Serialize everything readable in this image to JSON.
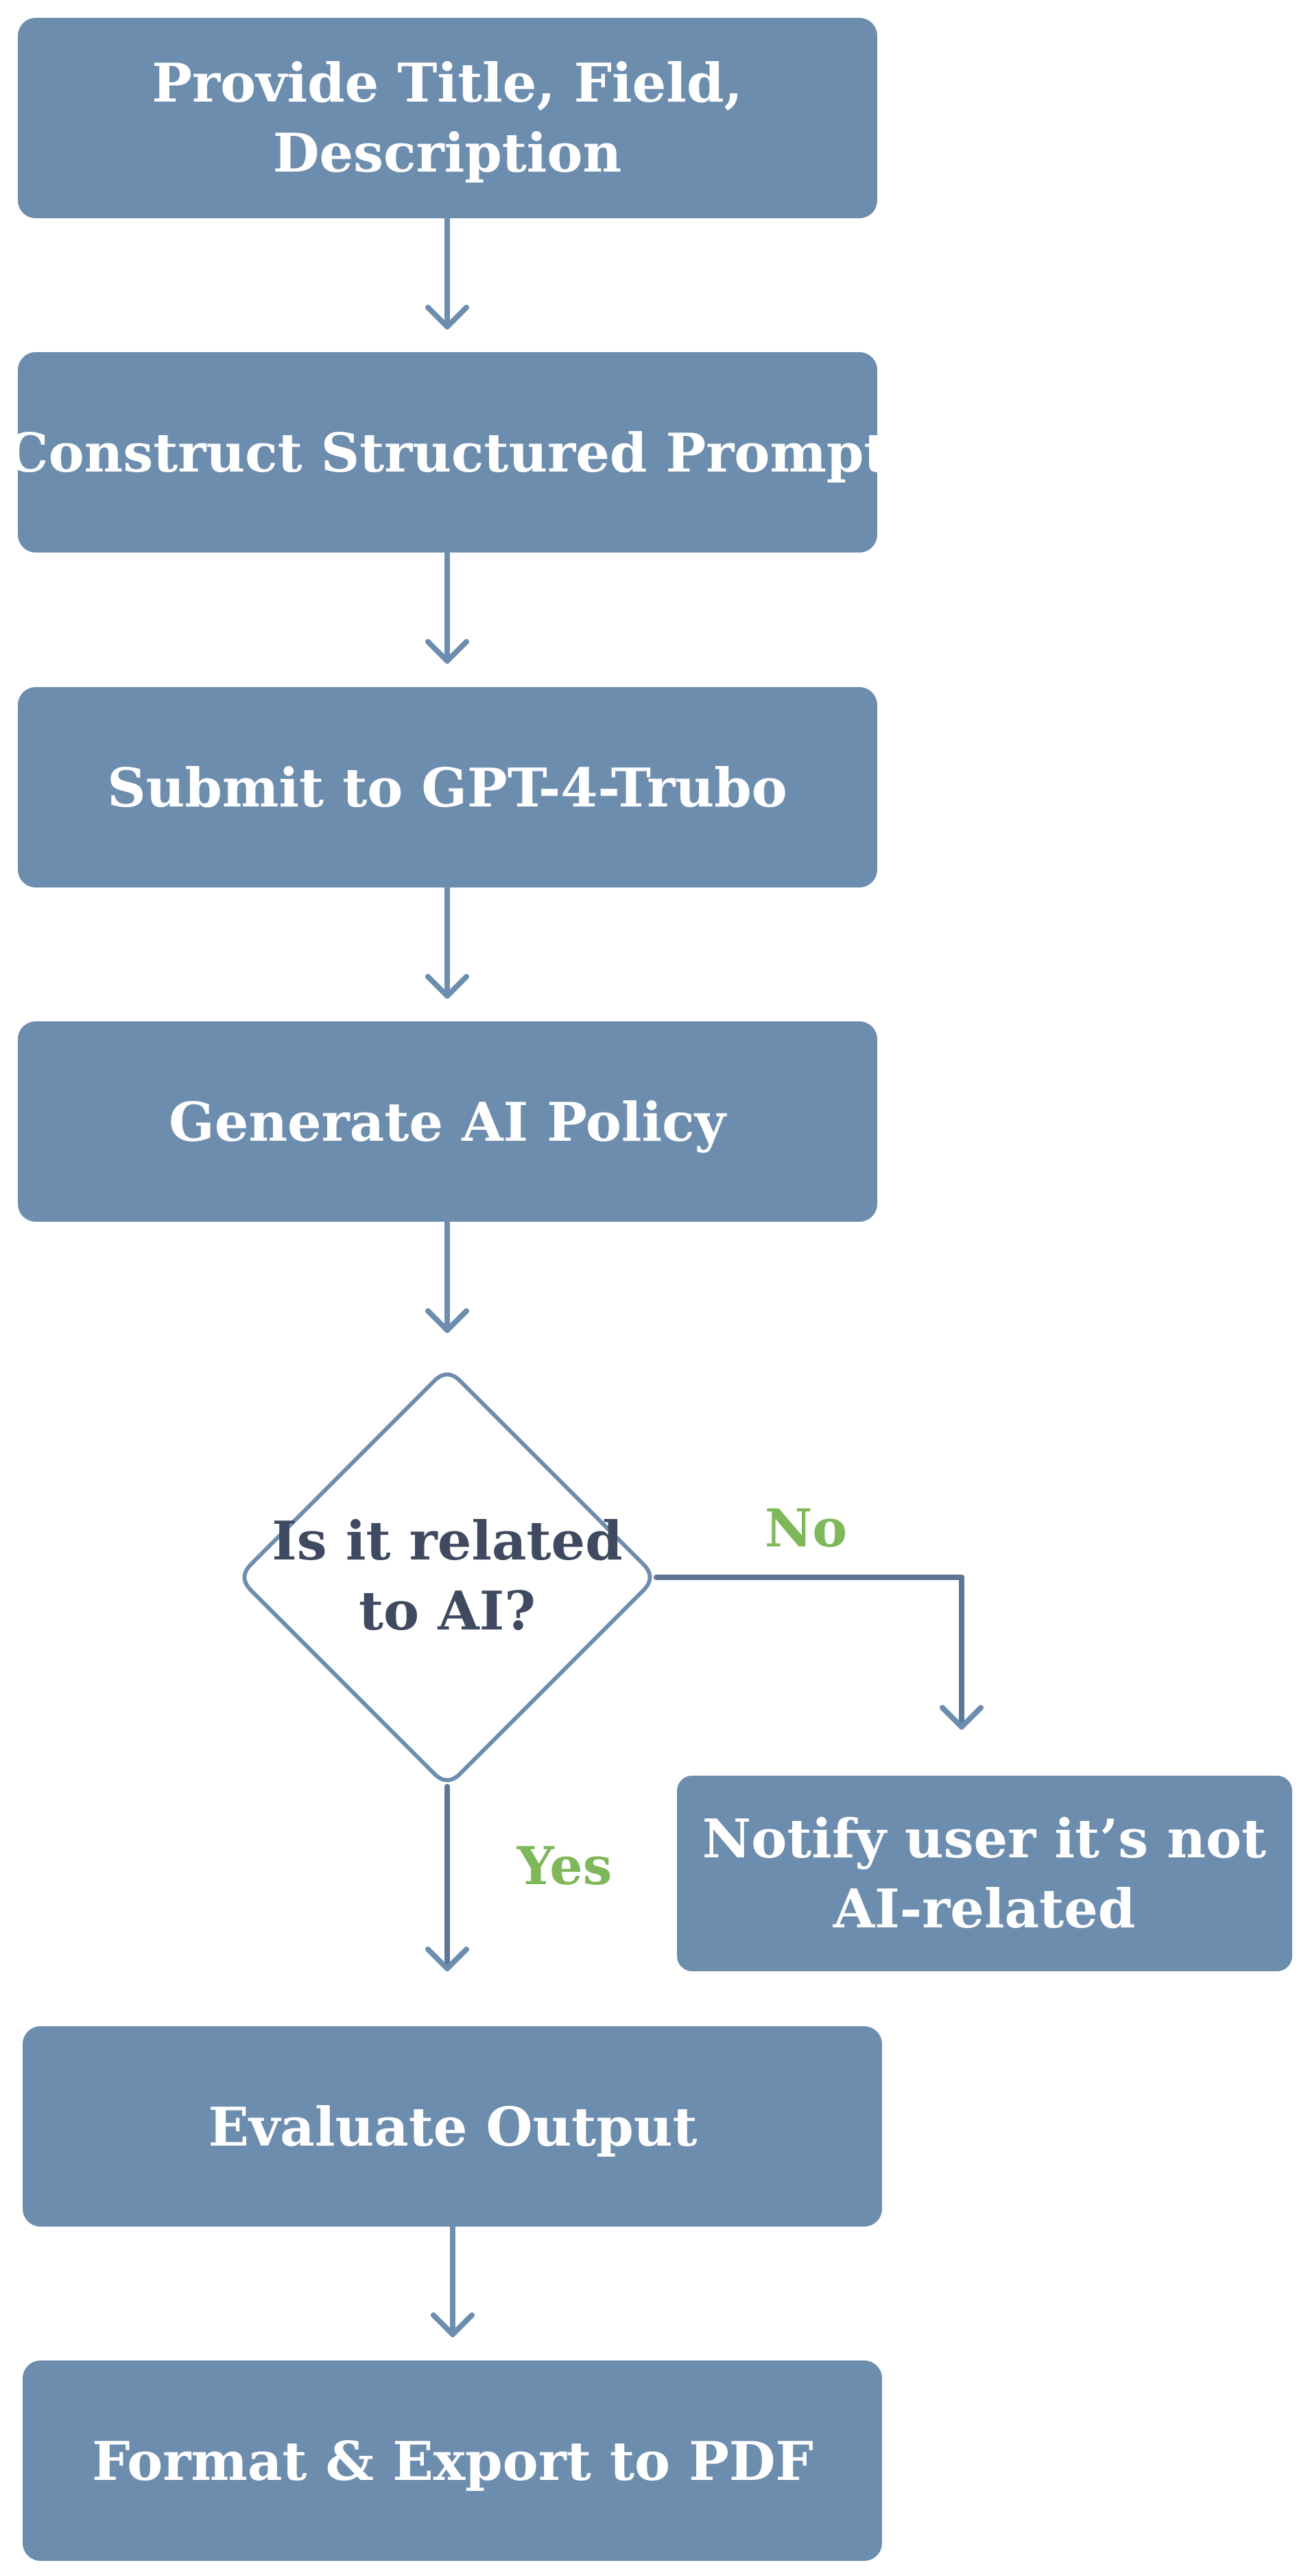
{
  "nodes": {
    "provide_input": {
      "lines": [
        "Provide Title, Field,",
        "Description"
      ]
    },
    "construct_prompt": {
      "lines": [
        "Construct Structured Prompt"
      ]
    },
    "submit_model": {
      "lines": [
        "Submit to GPT-4-Trubo"
      ]
    },
    "generate_policy": {
      "lines": [
        "Generate AI Policy"
      ]
    },
    "decision_ai": {
      "lines": [
        "Is it related",
        "to AI?"
      ]
    },
    "notify_user": {
      "lines": [
        "Notify user it’s not",
        "AI-related"
      ]
    },
    "evaluate_output": {
      "lines": [
        "Evaluate Output"
      ]
    },
    "format_export": {
      "lines": [
        "Format & Export to PDF"
      ]
    }
  },
  "edges": {
    "no_label": "No",
    "yes_label": "Yes"
  },
  "colors": {
    "box_fill": "#6d8daf",
    "decision_text": "#3f4a60",
    "label_green": "#7eb85a"
  }
}
